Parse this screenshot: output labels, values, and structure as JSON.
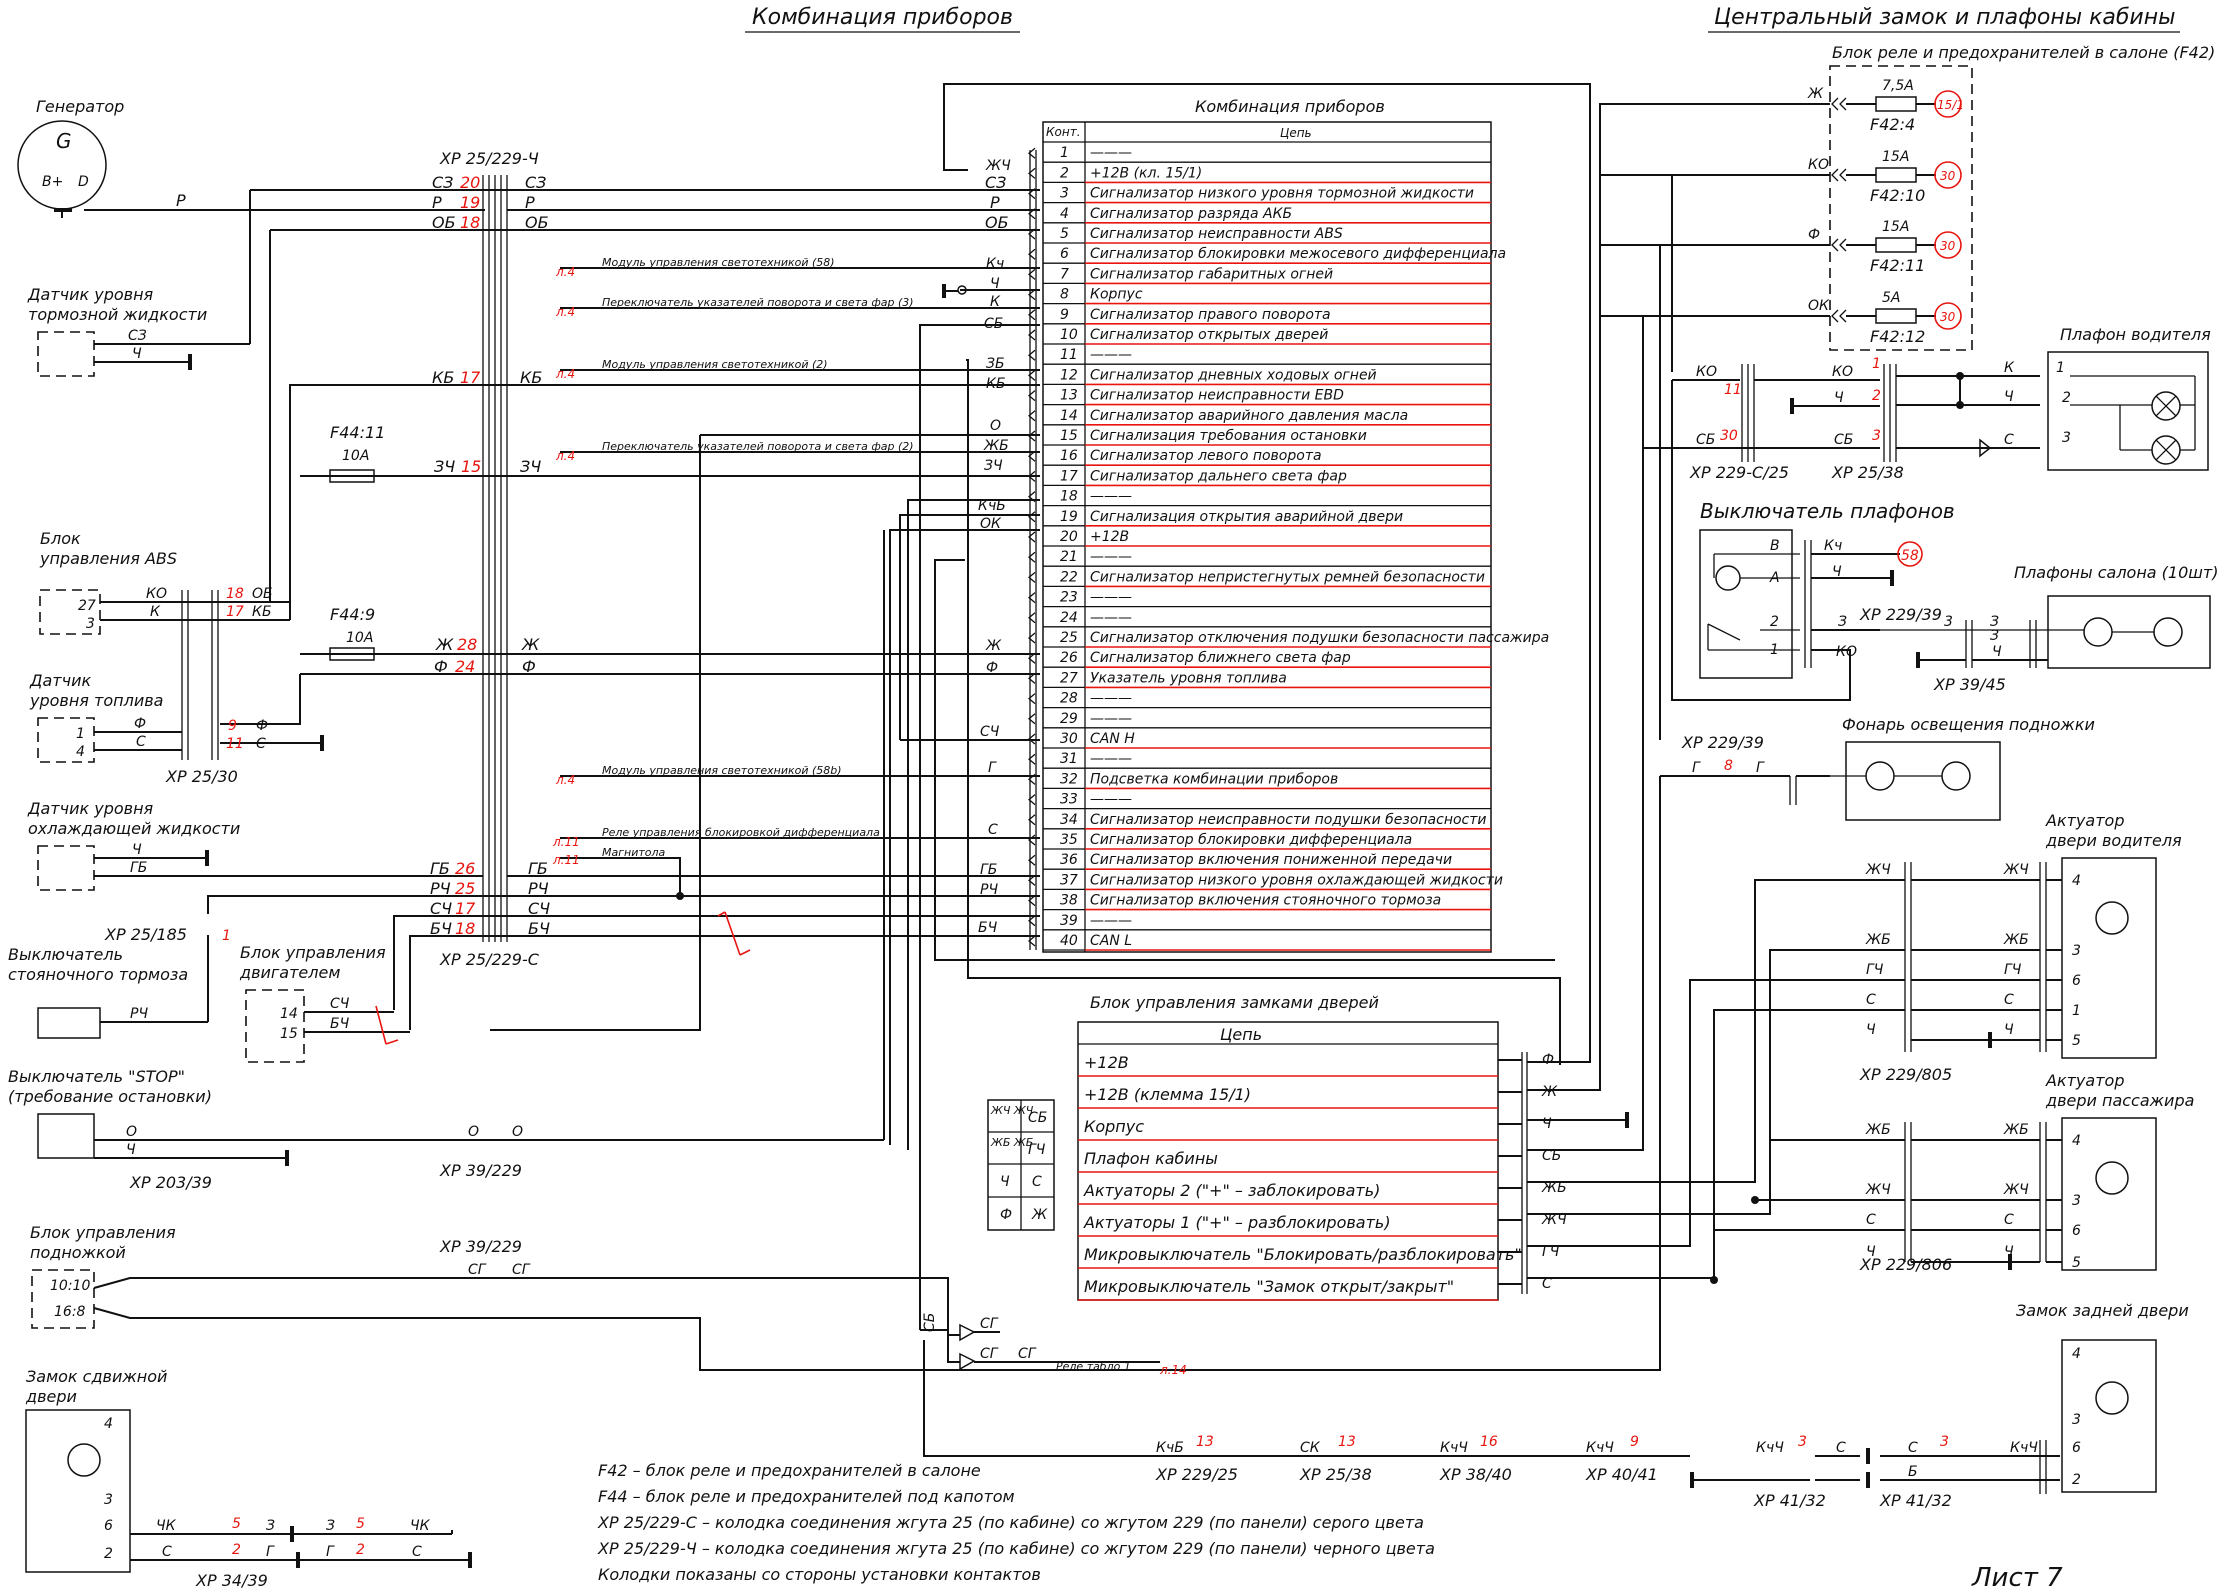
{
  "titles": {
    "left": "Комбинация приборов",
    "right": "Центральный замок и плафоны кабины",
    "sheet": "Лист 7"
  },
  "cluster": {
    "title": "Комбинация приборов",
    "col_pin": "Конт.",
    "col_circuit": "Цепь",
    "pins": [
      {
        "n": "1",
        "name": "———",
        "wire": ""
      },
      {
        "n": "2",
        "name": "+12В (кл. 15/1)",
        "wire": "ЖЧ"
      },
      {
        "n": "3",
        "name": "Сигнализатор низкого уровня тормозной жидкости",
        "wire": "СЗ"
      },
      {
        "n": "4",
        "name": "Сигнализатор разряда АКБ",
        "wire": "Р"
      },
      {
        "n": "5",
        "name": "Сигнализатор неисправности ABS",
        "wire": "ОБ"
      },
      {
        "n": "6",
        "name": "Сигнализатор блокировки межосевого дифференциала",
        "wire": "Кч"
      },
      {
        "n": "7",
        "name": "Сигнализатор габаритных огней",
        "wire": "Ч"
      },
      {
        "n": "8",
        "name": "Корпус",
        "wire": "К"
      },
      {
        "n": "9",
        "name": "Сигнализатор правого поворота",
        "wire": "СБ"
      },
      {
        "n": "10",
        "name": "Сигнализатор открытых дверей",
        "wire": ""
      },
      {
        "n": "11",
        "name": "———",
        "wire": ""
      },
      {
        "n": "12",
        "name": "Сигнализатор дневных ходовых огней",
        "wire": "ЗБ"
      },
      {
        "n": "13",
        "name": "Сигнализатор неисправности EBD",
        "wire": "КБ"
      },
      {
        "n": "14",
        "name": "Сигнализатор аварийного давления масла",
        "wire": "О"
      },
      {
        "n": "15",
        "name": "Сигнализация требования остановки",
        "wire": "ЖБ"
      },
      {
        "n": "16",
        "name": "Сигнализатор левого поворота",
        "wire": "ЗЧ"
      },
      {
        "n": "17",
        "name": "Сигнализатор дальнего света фар",
        "wire": ""
      },
      {
        "n": "18",
        "name": "———",
        "wire": "КчБ"
      },
      {
        "n": "19",
        "name": "Сигнализация открытия аварийной двери",
        "wire": "ОК"
      },
      {
        "n": "20",
        "name": "+12В",
        "wire": ""
      },
      {
        "n": "21",
        "name": "———",
        "wire": ""
      },
      {
        "n": "22",
        "name": "Сигнализатор непристегнутых ремней безопасности",
        "wire": ""
      },
      {
        "n": "23",
        "name": "———",
        "wire": ""
      },
      {
        "n": "24",
        "name": "———",
        "wire": ""
      },
      {
        "n": "25",
        "name": "Сигнализатор отключения подушки безопасности пассажира",
        "wire": "Ж"
      },
      {
        "n": "26",
        "name": "Сигнализатор ближнего света фар",
        "wire": "Ф"
      },
      {
        "n": "27",
        "name": "Указатель уровня топлива",
        "wire": ""
      },
      {
        "n": "28",
        "name": "———",
        "wire": ""
      },
      {
        "n": "29",
        "name": "———",
        "wire": "СЧ"
      },
      {
        "n": "30",
        "name": "CAN H",
        "wire": ""
      },
      {
        "n": "31",
        "name": "———",
        "wire": "Г"
      },
      {
        "n": "32",
        "name": "Подсветка комбинации приборов",
        "wire": ""
      },
      {
        "n": "33",
        "name": "———",
        "wire": ""
      },
      {
        "n": "34",
        "name": "Сигнализатор неисправности подушки безопасности",
        "wire": "С"
      },
      {
        "n": "35",
        "name": "Сигнализатор блокировки дифференциала",
        "wire": ""
      },
      {
        "n": "36",
        "name": "Сигнализатор включения пониженной передачи",
        "wire": "ГБ"
      },
      {
        "n": "37",
        "name": "Сигнализатор низкого уровня охлаждающей жидкости",
        "wire": "РЧ"
      },
      {
        "n": "38",
        "name": "Сигнализатор включения стояночного тормоза",
        "wire": ""
      },
      {
        "n": "39",
        "name": "———",
        "wire": "БЧ"
      },
      {
        "n": "40",
        "name": "CAN L",
        "wire": ""
      }
    ]
  },
  "left": {
    "generator": {
      "title": "Генератор",
      "g": "G",
      "bplus": "B+",
      "d": "D",
      "wire": "Р"
    },
    "xp_top": "ХР 25/229-Ч",
    "xp_top_pins": [
      {
        "w": "СЗ",
        "n": "20",
        "w2": "СЗ"
      },
      {
        "w": "Р",
        "n": "19",
        "w2": "Р"
      },
      {
        "w": "ОБ",
        "n": "18",
        "w2": "ОБ"
      }
    ],
    "brake_fluid": {
      "title1": "Датчик уровня",
      "title2": "тормозной жидкости",
      "w1": "СЗ",
      "w2": "Ч"
    },
    "kb": {
      "w": "КБ",
      "n": "17",
      "w2": "КБ"
    },
    "f44_11": {
      "name": "F44:11",
      "amp": "10А",
      "w": "ЗЧ",
      "n": "15",
      "w2": "ЗЧ"
    },
    "abs": {
      "title1": "Блок",
      "title2": "управления ABS",
      "p1": "27",
      "p2": "3",
      "w1": "КО",
      "w2": "К",
      "n1": "18",
      "n2": "17",
      "w3": "ОБ",
      "w4": "КБ"
    },
    "f44_9": {
      "name": "F44:9",
      "amp": "10А",
      "w1": "Ж",
      "n1": "28",
      "w1b": "Ж",
      "w2": "Ф",
      "n2": "24",
      "w2b": "Ф"
    },
    "fuel": {
      "title1": "Датчик",
      "title2": "уровня топлива",
      "p1": "1",
      "p2": "4",
      "w1": "Ф",
      "w2": "С",
      "n1": "9",
      "n2": "11",
      "w3": "Ф",
      "w4": "С",
      "xp": "ХР 25/30"
    },
    "coolant": {
      "title1": "Датчик уровня",
      "title2": "охлаждающей жидкости",
      "w1": "Ч",
      "w2": "ГБ"
    },
    "mid_rows": [
      {
        "w": "ГБ",
        "n": "26",
        "w2": "ГБ"
      },
      {
        "w": "РЧ",
        "n": "25",
        "w2": "РЧ"
      },
      {
        "w": "СЧ",
        "n": "17",
        "w2": "СЧ"
      },
      {
        "w": "БЧ",
        "n": "18",
        "w2": "БЧ"
      }
    ],
    "xp_25_185": "ХР 25/185",
    "xp_25_185_pin": "1",
    "xp_bottom": "ХР 25/229-С",
    "park_brake": {
      "title1": "Выключатель",
      "title2": "стояночного тормоза",
      "w": "РЧ"
    },
    "ecu": {
      "title1": "Блок управления",
      "title2": "двигателем",
      "p1": "14",
      "p2": "15",
      "w1": "СЧ",
      "w2": "БЧ"
    },
    "stop": {
      "title1": "Выключатель \"STOP\"",
      "title2": "(требование остановки)",
      "w1": "О",
      "w2": "Ч",
      "xp": "ХР 203/39",
      "w3": "О",
      "w4": "О",
      "xp2": "ХР 39/229"
    },
    "step_ecu": {
      "title1": "Блок управления",
      "title2": "подножкой",
      "p1": "10:10",
      "p2": "16:8",
      "xp": "ХР 39/229",
      "w1": "СГ",
      "w2": "СГ"
    },
    "sliding": {
      "title1": "Замок сдвижной",
      "title2": "двери",
      "p4": "4",
      "p3": "3",
      "p6": "6",
      "p2": "2",
      "w1": "ЧК",
      "w2": "С",
      "n1": "5",
      "n2": "2",
      "w3": "З",
      "w4": "Г",
      "w5": "З",
      "w6": "Г",
      "n3": "5",
      "n4": "2",
      "w7": "ЧК",
      "w8": "С",
      "xp": "ХР 34/39"
    }
  },
  "refs": [
    {
      "tag": "л.4",
      "text": "Модуль управления светотехникой (58)"
    },
    {
      "tag": "л.4",
      "text": "Переключатель указателей поворота и света фар (3)"
    },
    {
      "tag": "л.4",
      "text": "Модуль управления светотехникой (2)"
    },
    {
      "tag": "л.4",
      "text": "Переключатель указателей поворота и света фар (2)"
    },
    {
      "tag": "л.4",
      "text": "Модуль управления светотехникой (58b)"
    },
    {
      "tag": "л.11",
      "text": "Реле управления блокировкой дифференциала"
    },
    {
      "tag": "л.11",
      "text": "Магнитола"
    }
  ],
  "door_ecu": {
    "title": "Блок управления замками дверей",
    "col": "Цепь",
    "rows": [
      {
        "name": "+12В",
        "wire": "Ф"
      },
      {
        "name": "+12В (клемма 15/1)",
        "wire": "Ж"
      },
      {
        "name": "Корпус",
        "wire": "Ч"
      },
      {
        "name": "Плафон кабины",
        "wire": "СБ"
      },
      {
        "name": "Актуаторы 2 (\"+\" – заблокировать)",
        "wire": "ЖБ"
      },
      {
        "name": "Актуаторы 1 (\"+\" – разблокировать)",
        "wire": "ЖЧ"
      },
      {
        "name": "Микровыключатель \"Блокировать/разблокировать\"",
        "wire": "ГЧ"
      },
      {
        "name": "Микровыключатель \"Замок открыт/закрыт\"",
        "wire": "С"
      }
    ]
  },
  "legend_grid": [
    [
      "ЖЧ ЖЧ",
      "СБ"
    ],
    [
      "ЖБ ЖБ",
      "ГЧ"
    ],
    [
      "Ч",
      "С"
    ],
    [
      "Ф",
      "Ж"
    ]
  ],
  "relay_tab": {
    "w1": "СБ",
    "w2": "СГ",
    "w3": "СГ",
    "w4": "СГ",
    "text": "Реле табло 1",
    "tag": "л.14"
  },
  "bottom_chain": [
    {
      "w": "КчБ",
      "n": "13",
      "xp": "ХР 229/25"
    },
    {
      "w": "СК",
      "n": "13",
      "xp": "ХР 25/38"
    },
    {
      "w": "КчЧ",
      "n": "16",
      "xp": "ХР 38/40"
    },
    {
      "w": "КчЧ",
      "n": "9",
      "xp": "ХР 40/41"
    },
    {
      "w": "КчЧ",
      "n": "3",
      "xp": "ХР 41/32"
    },
    {
      "w": "С",
      "n": "",
      "xp": ""
    },
    {
      "w": "С",
      "n": "3",
      "xp": ""
    },
    {
      "w": "Б",
      "n": "",
      "xp": "ХР 41/32"
    },
    {
      "w": "КчЧ",
      "n": "",
      "xp": ""
    }
  ],
  "notes": [
    "F42 – блок реле и предохранителей в салоне",
    "F44 – блок реле и предохранителей под капотом",
    "ХР 25/229-С – колодка соединения жгута 25 (по кабине) со жгутом 229 (по панели) серого цвета",
    "ХР 25/229-Ч – колодка соединения жгута 25 (по кабине) со жгутом 229 (по панели) черного цвета",
    "Колодки показаны со стороны установки контактов"
  ],
  "right": {
    "f42_title": "Блок реле и предохранителей в салоне (F42)",
    "fuses": [
      {
        "w": "Ж",
        "amp": "7,5А",
        "name": "F42:4",
        "circle": "15/1"
      },
      {
        "w": "КО",
        "amp": "15А",
        "name": "F42:10",
        "circle": "30"
      },
      {
        "w": "Ф",
        "amp": "15А",
        "name": "F42:11",
        "circle": "30"
      },
      {
        "w": "ОК",
        "amp": "5А",
        "name": "F42:12",
        "circle": "30"
      }
    ],
    "driver_lamp": {
      "title": "Плафон водителя",
      "p1": "1",
      "p2": "2",
      "p3": "3",
      "w1": "К",
      "w2": "Ч",
      "w3": "С"
    },
    "xp_229c25": {
      "name": "ХР 229-С/25",
      "w1": "КО",
      "n1": "11",
      "w2": "СБ",
      "n2": "30"
    },
    "xp_25_38": {
      "name": "ХР 25/38",
      "w1": "КО",
      "n1": "1",
      "w2": "Ч",
      "n2": "2",
      "w3": "СБ",
      "n3": "3"
    },
    "lamp_switch": {
      "title": "Выключатель плафонов",
      "b": "В",
      "a": "А",
      "p2": "2",
      "p1": "1",
      "w1": "Кч",
      "w2": "Ч",
      "w3": "З",
      "w4": "КО",
      "circle": "58"
    },
    "salon_lamps": {
      "title": "Плафоны салона (10шт)",
      "xp": "ХР 229/39",
      "n": "3",
      "xp2": "ХР 39/45",
      "w1": "З",
      "w2": "Ч",
      "w3": "З"
    },
    "step_light": {
      "title": "Фонарь освещения подножки",
      "xp": "ХР 229/39",
      "w1": "Г",
      "n": "8",
      "w2": "Г"
    },
    "act_driver": {
      "title1": "Актуатор",
      "title2": "двери водителя",
      "rows": [
        {
          "w": "ЖЧ",
          "p": "4"
        },
        {
          "w": "ЖБ",
          "p": "3"
        },
        {
          "w": "ГЧ",
          "p": "6"
        },
        {
          "w": "С",
          "p": "1"
        },
        {
          "w": "Ч",
          "p": "5"
        }
      ],
      "xp": "ХР 229/805"
    },
    "act_pass": {
      "title1": "Актуатор",
      "title2": "двери пассажира",
      "rows": [
        {
          "w": "ЖБ",
          "p": "4"
        },
        {
          "w": "ЖЧ",
          "p": "3"
        },
        {
          "w": "С",
          "p": "6"
        },
        {
          "w": "Ч",
          "p": "5"
        }
      ],
      "xp": "ХР 229/806"
    },
    "rear_lock": {
      "title": "Замок задней двери",
      "p4": "4",
      "p3": "3",
      "p6": "6",
      "p2": "2"
    }
  }
}
